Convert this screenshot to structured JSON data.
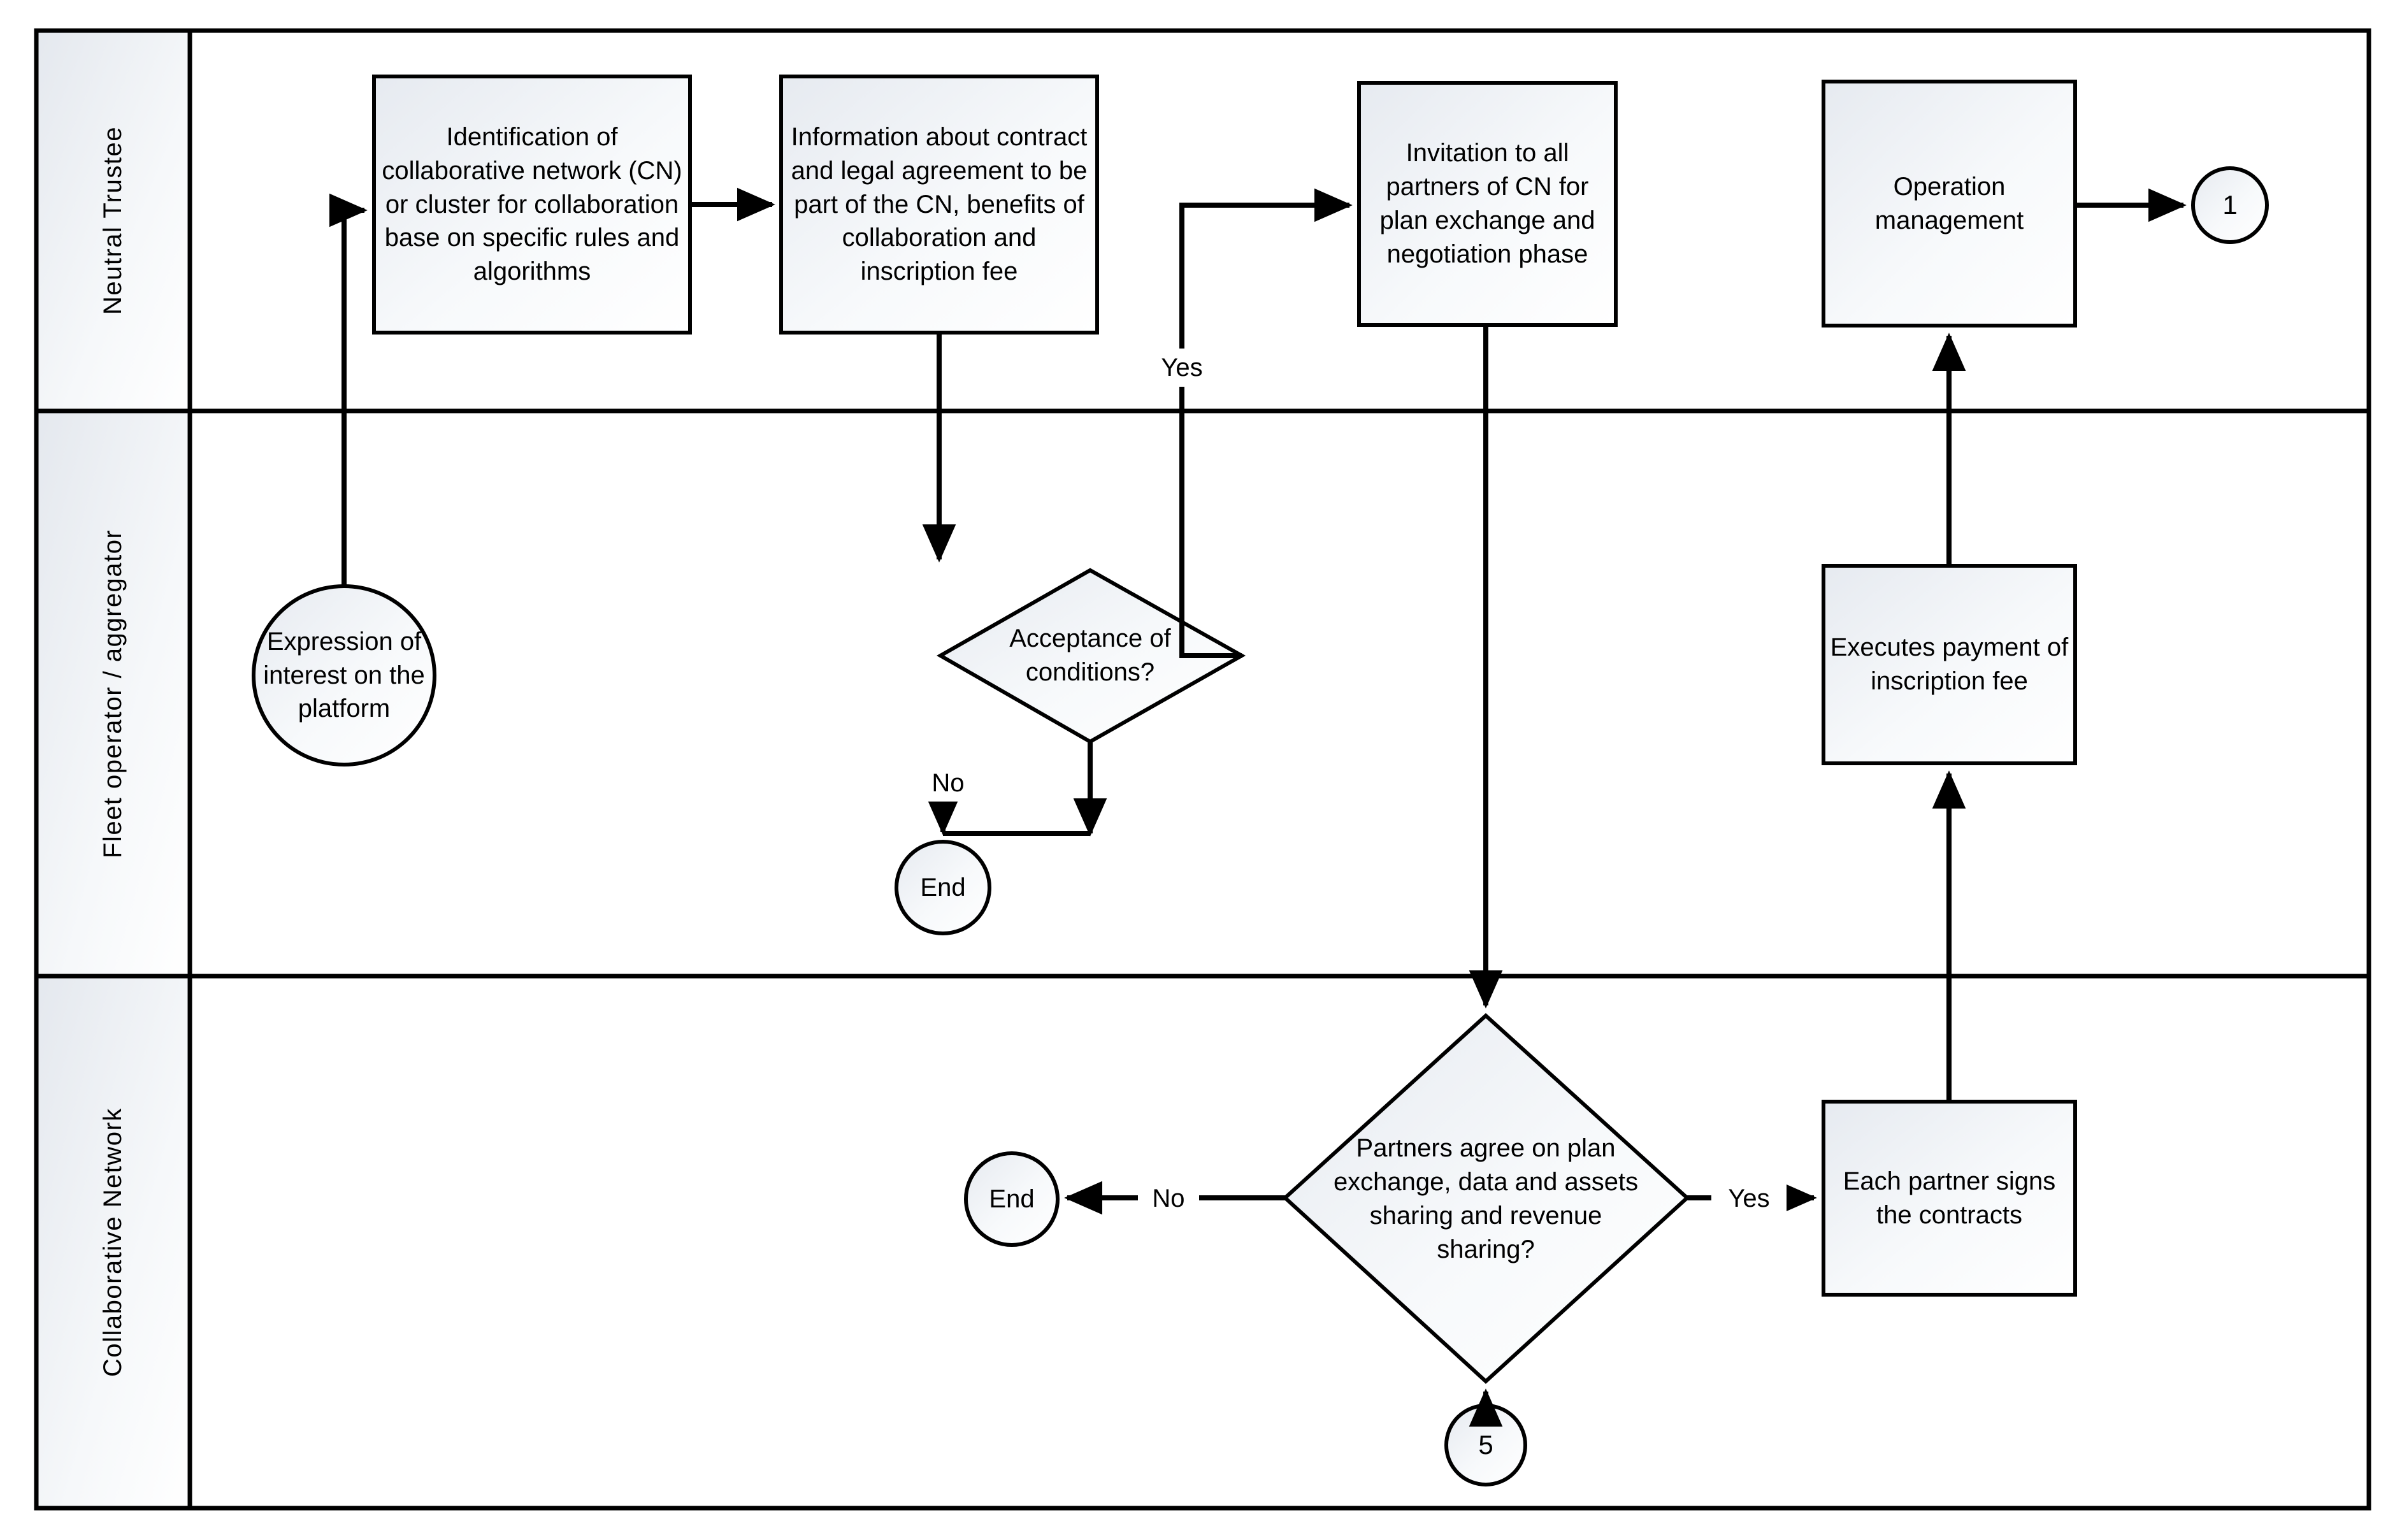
{
  "diagram": {
    "title": "Collaborative network onboarding swimlane flowchart",
    "type": "swimlane-flowchart",
    "colors": {
      "stroke": "#000000",
      "shape_fill_start": "#e8ecf1",
      "shape_fill_end": "#ffffff",
      "lane_header_fill_start": "#e6eaef",
      "lane_header_fill_end": "#fbfcfd",
      "background": "#ffffff"
    }
  },
  "lanes": [
    {
      "id": "lane-neutral-trustee",
      "label": "Neutral Trustee"
    },
    {
      "id": "lane-fleet-operator",
      "label": "Fleet operator / aggregator"
    },
    {
      "id": "lane-collaborative-network",
      "label": "Collaborative Network"
    }
  ],
  "nodes": {
    "identification": {
      "shape": "process",
      "lane": "Neutral Trustee",
      "text": "Identification of collaborative network (CN) or cluster for collaboration base on specific rules and algorithms"
    },
    "information": {
      "shape": "process",
      "lane": "Neutral Trustee",
      "text": "Information about contract and legal agreement to be part of the CN, benefits of collaboration and inscription fee"
    },
    "invitation": {
      "shape": "process",
      "lane": "Neutral Trustee",
      "text": "Invitation to all partners of CN for plan exchange and negotiation phase"
    },
    "operation_management": {
      "shape": "process",
      "lane": "Neutral Trustee",
      "text": "Operation management"
    },
    "connector_1": {
      "shape": "connector",
      "lane": "Neutral Trustee",
      "text": "1"
    },
    "expression_of_interest": {
      "shape": "terminator",
      "lane": "Fleet operator / aggregator",
      "text": "Expression of interest on the platform"
    },
    "acceptance_of_conditions": {
      "shape": "decision",
      "lane": "Fleet operator / aggregator",
      "text": "Acceptance of conditions?"
    },
    "end_acceptance": {
      "shape": "terminator",
      "lane": "Fleet operator / aggregator",
      "text": "End"
    },
    "executes_payment": {
      "shape": "process",
      "lane": "Fleet operator / aggregator",
      "text": "Executes payment of inscription fee"
    },
    "partners_agree": {
      "shape": "decision",
      "lane": "Collaborative Network",
      "text": "Partners agree on plan exchange, data and assets sharing and revenue sharing?"
    },
    "end_partners": {
      "shape": "terminator",
      "lane": "Collaborative Network",
      "text": "End"
    },
    "each_partner_signs": {
      "shape": "process",
      "lane": "Collaborative Network",
      "text": "Each partner signs the contracts"
    },
    "connector_5": {
      "shape": "connector",
      "lane": "Collaborative Network",
      "text": "5"
    }
  },
  "edge_labels": {
    "acceptance_yes": "Yes",
    "acceptance_no": "No",
    "partners_yes": "Yes",
    "partners_no": "No"
  },
  "edges": [
    {
      "from": "expression_of_interest",
      "to": "identification",
      "label": ""
    },
    {
      "from": "identification",
      "to": "information",
      "label": ""
    },
    {
      "from": "information",
      "to": "acceptance_of_conditions",
      "label": ""
    },
    {
      "from": "acceptance_of_conditions",
      "to": "invitation",
      "label": "Yes"
    },
    {
      "from": "acceptance_of_conditions",
      "to": "end_acceptance",
      "label": "No"
    },
    {
      "from": "invitation",
      "to": "partners_agree",
      "label": ""
    },
    {
      "from": "connector_5",
      "to": "partners_agree",
      "label": ""
    },
    {
      "from": "partners_agree",
      "to": "end_partners",
      "label": "No"
    },
    {
      "from": "partners_agree",
      "to": "each_partner_signs",
      "label": "Yes"
    },
    {
      "from": "each_partner_signs",
      "to": "executes_payment",
      "label": ""
    },
    {
      "from": "executes_payment",
      "to": "operation_management",
      "label": ""
    },
    {
      "from": "operation_management",
      "to": "connector_1",
      "label": ""
    }
  ]
}
